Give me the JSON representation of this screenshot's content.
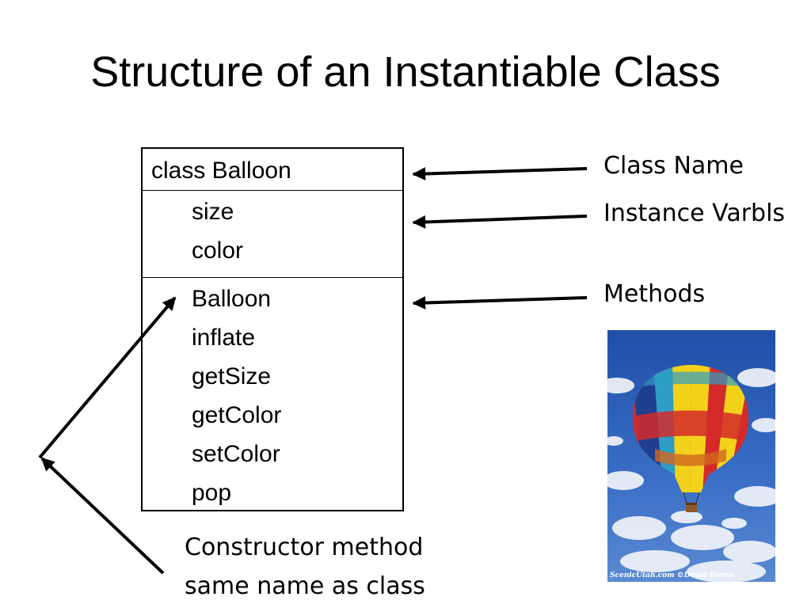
{
  "slide": {
    "title": "Structure of an Instantiable Class"
  },
  "class_box": {
    "class_line": "class Balloon",
    "instance_variables": [
      "size",
      "color"
    ],
    "methods": [
      "Balloon",
      "inflate",
      "getSize",
      "getColor",
      "setColor",
      "pop"
    ]
  },
  "callouts": {
    "class_name": "Class Name",
    "instance_vars": "Instance Varbls",
    "methods": "Methods",
    "constructor_line1": "Constructor method",
    "constructor_line2": "same name as class"
  },
  "photo": {
    "credit": "ScenicUtah.com ©David Boren",
    "sky_color": "#2f5fb8",
    "balloon_colors": [
      "#d42a2a",
      "#f2d21b",
      "#2e9ec4",
      "#1f3f8f",
      "#d1671f"
    ]
  }
}
